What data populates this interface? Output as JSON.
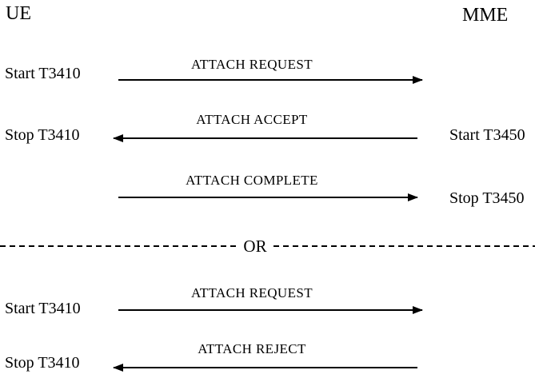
{
  "page": {
    "background_color": "#ffffff",
    "text_color": "#000000",
    "line_color": "#000000"
  },
  "diagram": {
    "entities": {
      "left": "UE",
      "right": "MME"
    },
    "divider": {
      "label": "OR"
    },
    "sections": [
      {
        "messages": [
          {
            "label": "ATTACH REQUEST",
            "direction": "left-to-right",
            "left_note": "Start T3410",
            "right_note": ""
          },
          {
            "label": "ATTACH ACCEPT",
            "direction": "right-to-left",
            "left_note": "Stop T3410",
            "right_note": "Start T3450"
          },
          {
            "label": "ATTACH COMPLETE",
            "direction": "left-to-right",
            "left_note": "",
            "right_note": "Stop T3450"
          }
        ]
      },
      {
        "messages": [
          {
            "label": "ATTACH REQUEST",
            "direction": "left-to-right",
            "left_note": "Start T3410",
            "right_note": ""
          },
          {
            "label": "ATTACH REJECT",
            "direction": "right-to-left",
            "left_note": "Stop T3410",
            "right_note": ""
          }
        ]
      }
    ]
  }
}
